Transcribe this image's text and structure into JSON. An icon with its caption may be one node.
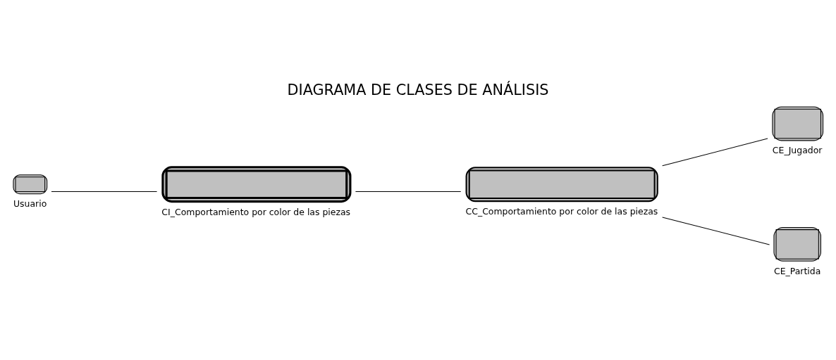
{
  "diagram": {
    "title": "DIAGRAMA DE CLASES DE ANÁLISIS",
    "nodes": [
      {
        "text": [
          "Usuario"
        ]
      },
      {
        "text": [
          "CI_Comportamiento por color de las piezas"
        ]
      },
      {
        "text": [
          "CC_Comportamiento por color de las piezas"
        ]
      },
      {
        "text": [
          "CE_Jugador"
        ]
      },
      {
        "text": [
          "CE_Partida"
        ]
      }
    ],
    "edges": [
      {
        "from": 0,
        "to": 1,
        "arrow": "none"
      },
      {
        "from": 1,
        "to": 2,
        "arrow": "none"
      },
      {
        "from": 2,
        "to": 3,
        "arrow": "none"
      },
      {
        "from": 2,
        "to": 4,
        "arrow": "none"
      }
    ]
  }
}
